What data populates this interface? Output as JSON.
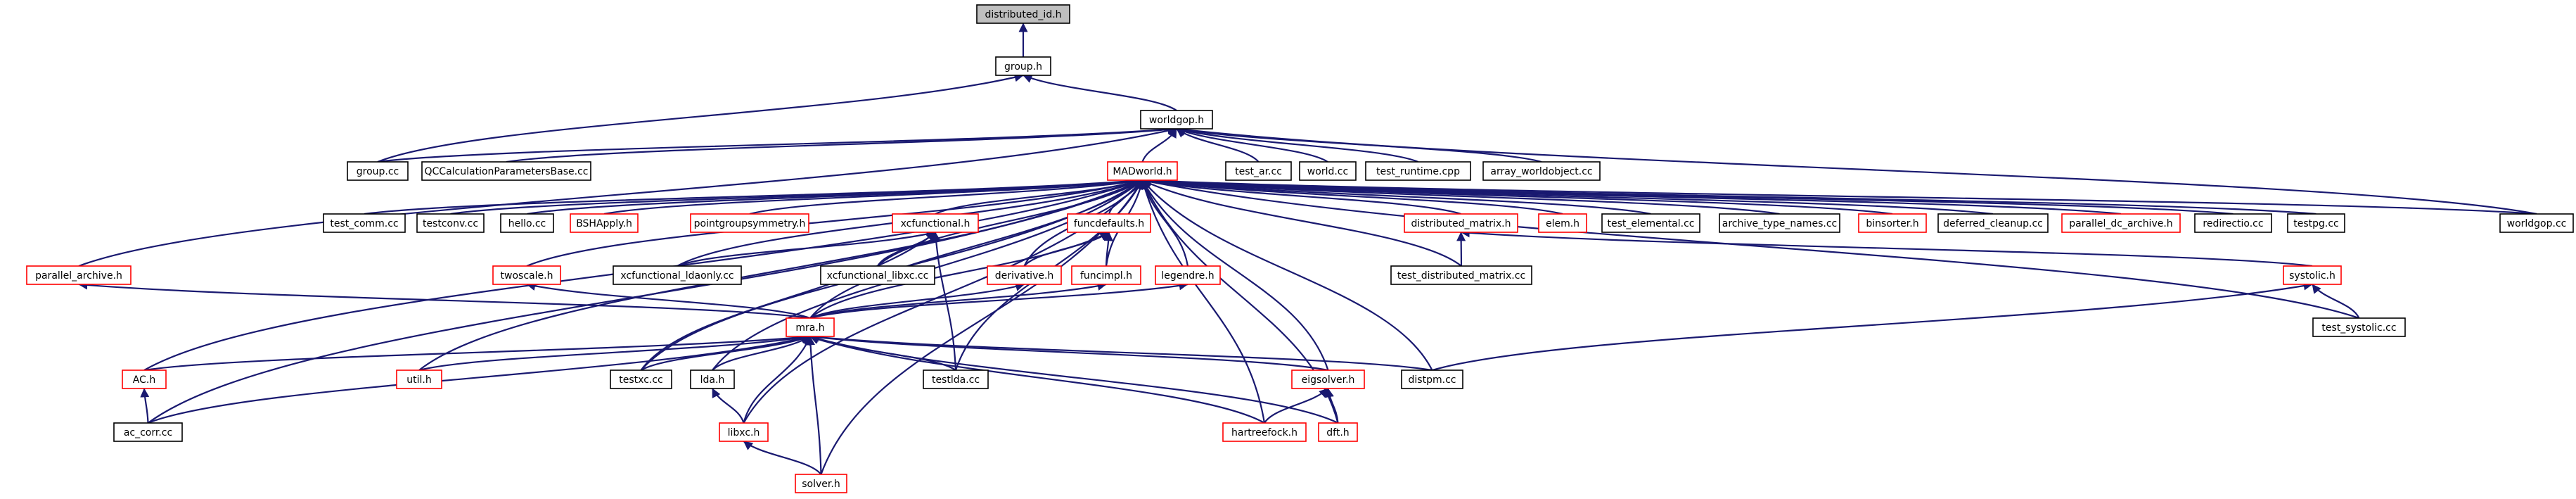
{
  "colors": {
    "background": "#ffffff",
    "edge": "#191970",
    "root_fill": "#bfbfbf",
    "box_black": "#000000",
    "box_red": "#ff0000",
    "label_text": "#000000"
  },
  "nodes": {
    "distributed_id_h": {
      "label": "distributed_id.h",
      "style": "root"
    },
    "group_h": {
      "label": "group.h",
      "style": "black"
    },
    "worldgop_h": {
      "label": "worldgop.h",
      "style": "black"
    },
    "group_cc": {
      "label": "group.cc",
      "style": "black"
    },
    "qccalc": {
      "label": "QCCalculationParametersBase.cc",
      "style": "black"
    },
    "test_ar_cc": {
      "label": "test_ar.cc",
      "style": "black"
    },
    "world_cc": {
      "label": "world.cc",
      "style": "black"
    },
    "test_runtime_cpp": {
      "label": "test_runtime.cpp",
      "style": "black"
    },
    "array_worldobject_cc": {
      "label": "array_worldobject.cc",
      "style": "black"
    },
    "madworld_h": {
      "label": "MADworld.h",
      "style": "red"
    },
    "parallel_archive_h": {
      "label": "parallel_archive.h",
      "style": "red"
    },
    "test_comm_cc": {
      "label": "test_comm.cc",
      "style": "black"
    },
    "testconv_cc": {
      "label": "testconv.cc",
      "style": "black"
    },
    "hello_cc": {
      "label": "hello.cc",
      "style": "black"
    },
    "bshapply_h": {
      "label": "BSHApply.h",
      "style": "red"
    },
    "pointgroupsymmetry_h": {
      "label": "pointgroupsymmetry.h",
      "style": "red"
    },
    "xcfunctional_h": {
      "label": "xcfunctional.h",
      "style": "red"
    },
    "funcdefaults_h": {
      "label": "funcdefaults.h",
      "style": "red"
    },
    "distributed_matrix_h": {
      "label": "distributed_matrix.h",
      "style": "red"
    },
    "elem_h": {
      "label": "elem.h",
      "style": "red"
    },
    "test_elemental_cc": {
      "label": "test_elemental.cc",
      "style": "black"
    },
    "archive_type_names_cc": {
      "label": "archive_type_names.cc",
      "style": "black"
    },
    "binsorter_h": {
      "label": "binsorter.h",
      "style": "red"
    },
    "deferred_cleanup_cc": {
      "label": "deferred_cleanup.cc",
      "style": "black"
    },
    "parallel_dc_archive_h": {
      "label": "parallel_dc_archive.h",
      "style": "red"
    },
    "redirectio_cc": {
      "label": "redirectio.cc",
      "style": "black"
    },
    "testpg_cc": {
      "label": "testpg.cc",
      "style": "black"
    },
    "worldgop_cc": {
      "label": "worldgop.cc",
      "style": "black"
    },
    "twoscale_h": {
      "label": "twoscale.h",
      "style": "red"
    },
    "xcfunctional_ldaonly_cc": {
      "label": "xcfunctional_ldaonly.cc",
      "style": "black"
    },
    "xcfunctional_libxc_cc": {
      "label": "xcfunctional_libxc.cc",
      "style": "black"
    },
    "derivative_h": {
      "label": "derivative.h",
      "style": "red"
    },
    "funcimpl_h": {
      "label": "funcimpl.h",
      "style": "red"
    },
    "legendre_h": {
      "label": "legendre.h",
      "style": "red"
    },
    "test_distributed_matrix_cc": {
      "label": "test_distributed_matrix.cc",
      "style": "black"
    },
    "systolic_h": {
      "label": "systolic.h",
      "style": "red"
    },
    "test_systolic_cc": {
      "label": "test_systolic.cc",
      "style": "black"
    },
    "mra_h": {
      "label": "mra.h",
      "style": "red"
    },
    "ac_h": {
      "label": "AC.h",
      "style": "red"
    },
    "util_h": {
      "label": "util.h",
      "style": "red"
    },
    "testxc_cc": {
      "label": "testxc.cc",
      "style": "black"
    },
    "lda_h": {
      "label": "lda.h",
      "style": "black"
    },
    "testlda_cc": {
      "label": "testlda.cc",
      "style": "black"
    },
    "eigsolver_h": {
      "label": "eigsolver.h",
      "style": "red"
    },
    "distpm_cc": {
      "label": "distpm.cc",
      "style": "black"
    },
    "ac_corr_cc": {
      "label": "ac_corr.cc",
      "style": "black"
    },
    "libxc_h": {
      "label": "libxc.h",
      "style": "red"
    },
    "hartreefock_h": {
      "label": "hartreefock.h",
      "style": "red"
    },
    "dft_h": {
      "label": "dft.h",
      "style": "red"
    },
    "solver_h": {
      "label": "solver.h",
      "style": "red"
    }
  },
  "edges": [
    [
      "group_h",
      "distributed_id_h"
    ],
    [
      "worldgop_h",
      "group_h"
    ],
    [
      "group_cc",
      "group_h"
    ],
    [
      "qccalc",
      "worldgop_h"
    ],
    [
      "group_cc",
      "worldgop_h"
    ],
    [
      "parallel_archive_h",
      "worldgop_h"
    ],
    [
      "madworld_h",
      "worldgop_h"
    ],
    [
      "test_ar_cc",
      "worldgop_h"
    ],
    [
      "world_cc",
      "worldgop_h"
    ],
    [
      "test_runtime_cpp",
      "worldgop_h"
    ],
    [
      "array_worldobject_cc",
      "worldgop_h"
    ],
    [
      "worldgop_cc",
      "worldgop_h"
    ],
    [
      "test_comm_cc",
      "madworld_h"
    ],
    [
      "testconv_cc",
      "madworld_h"
    ],
    [
      "hello_cc",
      "madworld_h"
    ],
    [
      "bshapply_h",
      "madworld_h"
    ],
    [
      "pointgroupsymmetry_h",
      "madworld_h"
    ],
    [
      "xcfunctional_h",
      "madworld_h"
    ],
    [
      "funcdefaults_h",
      "madworld_h"
    ],
    [
      "distributed_matrix_h",
      "madworld_h"
    ],
    [
      "elem_h",
      "madworld_h"
    ],
    [
      "test_elemental_cc",
      "madworld_h"
    ],
    [
      "archive_type_names_cc",
      "madworld_h"
    ],
    [
      "binsorter_h",
      "madworld_h"
    ],
    [
      "deferred_cleanup_cc",
      "madworld_h"
    ],
    [
      "parallel_dc_archive_h",
      "madworld_h"
    ],
    [
      "redirectio_cc",
      "madworld_h"
    ],
    [
      "testpg_cc",
      "madworld_h"
    ],
    [
      "worldgop_cc",
      "madworld_h"
    ],
    [
      "twoscale_h",
      "madworld_h"
    ],
    [
      "xcfunctional_ldaonly_cc",
      "madworld_h"
    ],
    [
      "xcfunctional_libxc_cc",
      "madworld_h"
    ],
    [
      "derivative_h",
      "madworld_h"
    ],
    [
      "funcimpl_h",
      "madworld_h"
    ],
    [
      "legendre_h",
      "madworld_h"
    ],
    [
      "test_distributed_matrix_cc",
      "madworld_h"
    ],
    [
      "test_systolic_cc",
      "madworld_h"
    ],
    [
      "mra_h",
      "madworld_h"
    ],
    [
      "ac_h",
      "madworld_h"
    ],
    [
      "util_h",
      "madworld_h"
    ],
    [
      "testxc_cc",
      "madworld_h"
    ],
    [
      "lda_h",
      "madworld_h"
    ],
    [
      "testlda_cc",
      "madworld_h"
    ],
    [
      "eigsolver_h",
      "madworld_h"
    ],
    [
      "distpm_cc",
      "madworld_h"
    ],
    [
      "ac_corr_cc",
      "madworld_h"
    ],
    [
      "libxc_h",
      "madworld_h"
    ],
    [
      "hartreefock_h",
      "madworld_h"
    ],
    [
      "dft_h",
      "madworld_h"
    ],
    [
      "solver_h",
      "madworld_h"
    ],
    [
      "mra_h",
      "parallel_archive_h"
    ],
    [
      "mra_h",
      "twoscale_h"
    ],
    [
      "xcfunctional_ldaonly_cc",
      "xcfunctional_h"
    ],
    [
      "xcfunctional_libxc_cc",
      "xcfunctional_h"
    ],
    [
      "testxc_cc",
      "xcfunctional_h"
    ],
    [
      "testlda_cc",
      "xcfunctional_h"
    ],
    [
      "derivative_h",
      "funcdefaults_h"
    ],
    [
      "funcimpl_h",
      "funcdefaults_h"
    ],
    [
      "mra_h",
      "funcdefaults_h"
    ],
    [
      "mra_h",
      "derivative_h"
    ],
    [
      "mra_h",
      "funcimpl_h"
    ],
    [
      "mra_h",
      "legendre_h"
    ],
    [
      "test_distributed_matrix_cc",
      "distributed_matrix_h"
    ],
    [
      "systolic_h",
      "distributed_matrix_h"
    ],
    [
      "test_systolic_cc",
      "systolic_h"
    ],
    [
      "distpm_cc",
      "systolic_h"
    ],
    [
      "ac_h",
      "mra_h"
    ],
    [
      "util_h",
      "mra_h"
    ],
    [
      "testxc_cc",
      "mra_h"
    ],
    [
      "lda_h",
      "mra_h"
    ],
    [
      "testlda_cc",
      "mra_h"
    ],
    [
      "eigsolver_h",
      "mra_h"
    ],
    [
      "distpm_cc",
      "mra_h"
    ],
    [
      "ac_corr_cc",
      "mra_h"
    ],
    [
      "libxc_h",
      "mra_h"
    ],
    [
      "hartreefock_h",
      "mra_h"
    ],
    [
      "dft_h",
      "mra_h"
    ],
    [
      "solver_h",
      "mra_h"
    ],
    [
      "ac_corr_cc",
      "ac_h"
    ],
    [
      "libxc_h",
      "lda_h"
    ],
    [
      "solver_h",
      "libxc_h"
    ],
    [
      "hartreefock_h",
      "eigsolver_h"
    ],
    [
      "dft_h",
      "eigsolver_h"
    ]
  ]
}
